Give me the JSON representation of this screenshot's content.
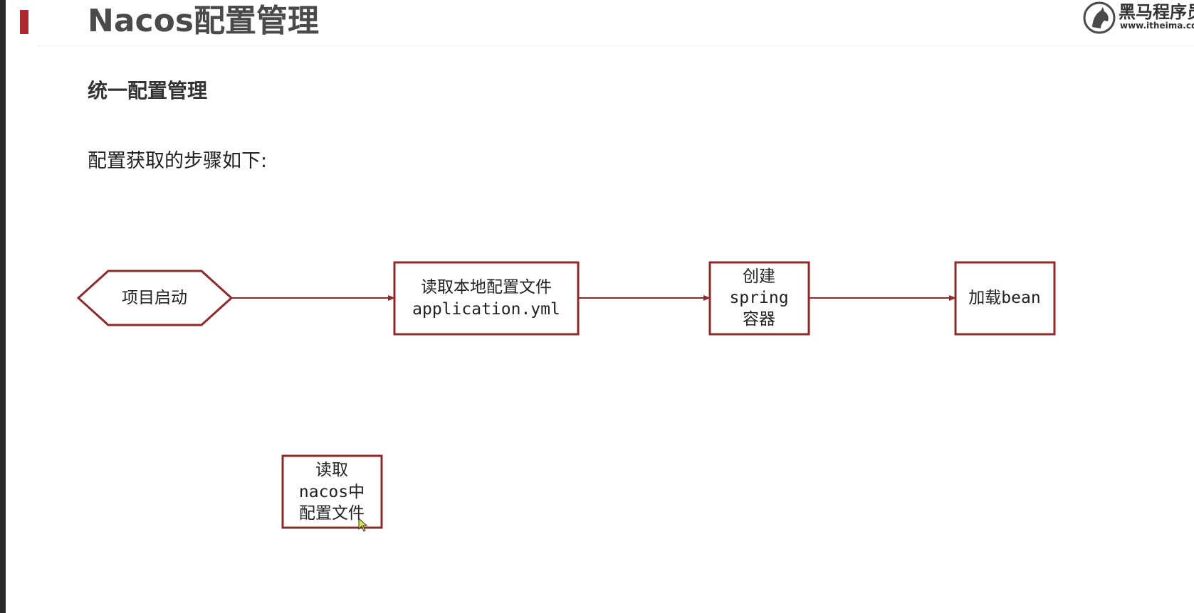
{
  "header": {
    "title": "Nacos配置管理",
    "accent_color": "#b0282e"
  },
  "logo": {
    "name": "黑马程序员",
    "url": "www.itheima.com",
    "icon": "horse-head-icon"
  },
  "content": {
    "subheading": "统一配置管理",
    "intro": "配置获取的步骤如下:"
  },
  "flowchart": {
    "stroke_color": "#8b2a2a",
    "start": {
      "label": "项目启动"
    },
    "steps": [
      {
        "lines": [
          "读取本地配置文件",
          "application.yml"
        ]
      },
      {
        "lines": [
          "创建",
          "spring",
          "容器"
        ]
      },
      {
        "lines": [
          "加载bean"
        ]
      }
    ],
    "pending": {
      "lines": [
        "读取",
        "nacos中",
        "配置文件"
      ]
    }
  }
}
